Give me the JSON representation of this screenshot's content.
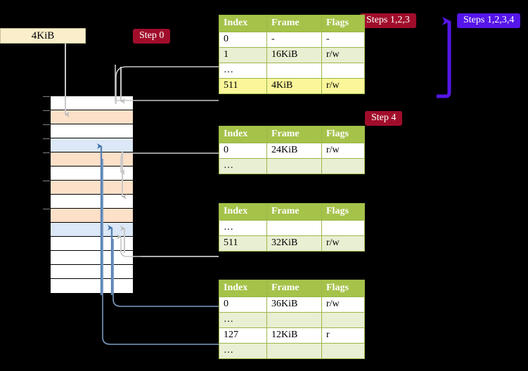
{
  "diagram": {
    "title_hidden": "",
    "labels": {
      "source_block": "4KiB",
      "step0": "Step 0",
      "step4": "Step 4",
      "steps123": "Steps 1,2,3",
      "steps1234": "Steps 1,2,3,4"
    },
    "colors": {
      "badge_red": "#a00d2b",
      "badge_blue": "#5516e8",
      "header_green": "#a5c249",
      "row_alt": "#e9efd2",
      "highlight": "#fbf69a",
      "frame_orange": "#fde0c8",
      "frame_blue": "#dce8f7",
      "source_cream": "#fbeecb",
      "connector_gray": "#c8c8c8",
      "connector_blue": "#7b9dc4",
      "arrow_blue": "#3c6fae",
      "arrow_gray": "#bdbdbd"
    },
    "tables": [
      {
        "name": "pml4-table",
        "columns": [
          "Index",
          "Frame",
          "Flags"
        ],
        "rows": [
          {
            "index": "0",
            "frame": "-",
            "flags": "-",
            "style": "white",
            "highlight": false
          },
          {
            "index": "1",
            "frame": "16KiB",
            "flags": "r/w",
            "style": "alt",
            "highlight": false
          },
          {
            "index": "…",
            "frame": "",
            "flags": "",
            "style": "white",
            "highlight": false
          },
          {
            "index": "511",
            "frame": "4KiB",
            "flags": "r/w",
            "style": "alt",
            "highlight": true
          }
        ]
      },
      {
        "name": "pdp-table",
        "columns": [
          "Index",
          "Frame",
          "Flags"
        ],
        "rows": [
          {
            "index": "0",
            "frame": "24KiB",
            "flags": "r/w",
            "style": "white",
            "highlight": false
          },
          {
            "index": "…",
            "frame": "",
            "flags": "",
            "style": "alt",
            "highlight": false
          }
        ]
      },
      {
        "name": "pd-table",
        "columns": [
          "Index",
          "Frame",
          "Flags"
        ],
        "rows": [
          {
            "index": "…",
            "frame": "",
            "flags": "",
            "style": "white",
            "highlight": false
          },
          {
            "index": "511",
            "frame": "32KiB",
            "flags": "r/w",
            "style": "alt",
            "highlight": false
          }
        ]
      },
      {
        "name": "pt-table",
        "columns": [
          "Index",
          "Frame",
          "Flags"
        ],
        "rows": [
          {
            "index": "0",
            "frame": "36KiB",
            "flags": "r/w",
            "style": "white",
            "highlight": false
          },
          {
            "index": "…",
            "frame": "",
            "flags": "",
            "style": "alt",
            "highlight": false
          },
          {
            "index": "127",
            "frame": "12KiB",
            "flags": "r",
            "style": "white",
            "highlight": false
          },
          {
            "index": "…",
            "frame": "",
            "flags": "",
            "style": "alt",
            "highlight": false
          }
        ]
      }
    ],
    "memory_grid": {
      "name": "physical-memory-frames",
      "row_count": 14,
      "rows": [
        {
          "fill": "none"
        },
        {
          "fill": "orange"
        },
        {
          "fill": "none"
        },
        {
          "fill": "blue"
        },
        {
          "fill": "orange"
        },
        {
          "fill": "none"
        },
        {
          "fill": "orange"
        },
        {
          "fill": "none"
        },
        {
          "fill": "orange"
        },
        {
          "fill": "blue"
        },
        {
          "fill": "none"
        },
        {
          "fill": "none"
        },
        {
          "fill": "none"
        },
        {
          "fill": "none"
        }
      ]
    }
  }
}
